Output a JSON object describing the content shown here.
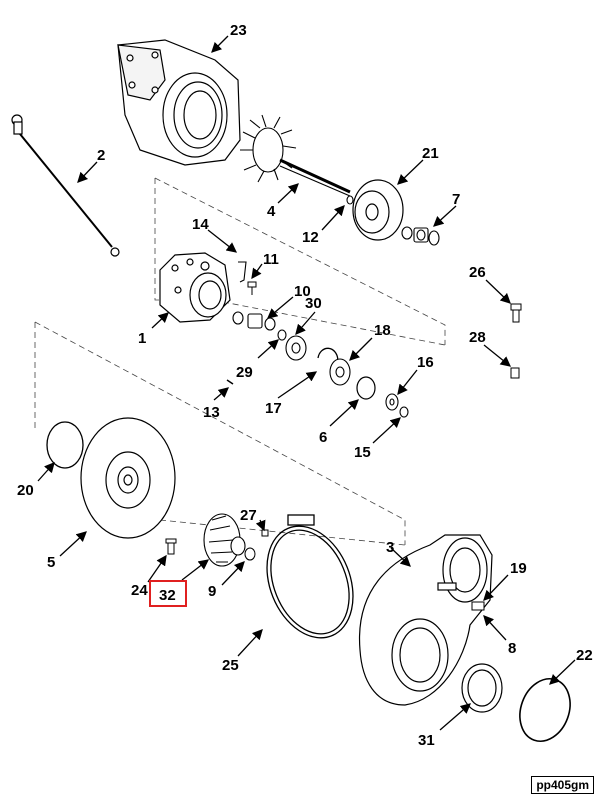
{
  "diagram": {
    "highlight_color": "#e02020",
    "highlighted_callout": "32",
    "footer_tag": "pp405gm",
    "callouts": [
      "23",
      "2",
      "21",
      "7",
      "4",
      "12",
      "14",
      "11",
      "26",
      "10",
      "30",
      "1",
      "18",
      "28",
      "29",
      "16",
      "13",
      "17",
      "6",
      "15",
      "20",
      "27",
      "3",
      "5",
      "24",
      "9",
      "32",
      "19",
      "8",
      "25",
      "22",
      "31"
    ]
  }
}
